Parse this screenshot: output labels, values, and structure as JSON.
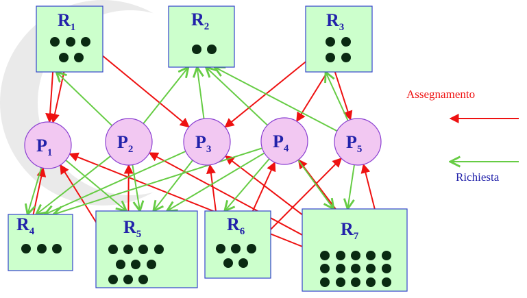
{
  "processes": [
    {
      "id": "P1",
      "letter": "P",
      "sub": "1"
    },
    {
      "id": "P2",
      "letter": "P",
      "sub": "2"
    },
    {
      "id": "P3",
      "letter": "P",
      "sub": "3"
    },
    {
      "id": "P4",
      "letter": "P",
      "sub": "4"
    },
    {
      "id": "P5",
      "letter": "P",
      "sub": "5"
    }
  ],
  "resources": [
    {
      "id": "R1",
      "letter": "R",
      "sub": "1",
      "instances": 5
    },
    {
      "id": "R2",
      "letter": "R",
      "sub": "2",
      "instances": 2
    },
    {
      "id": "R3",
      "letter": "R",
      "sub": "3",
      "instances": 4
    },
    {
      "id": "R4",
      "letter": "R",
      "sub": "4",
      "instances": 3
    },
    {
      "id": "R5",
      "letter": "R",
      "sub": "5",
      "instances": 10
    },
    {
      "id": "R6",
      "letter": "R",
      "sub": "6",
      "instances": 5
    },
    {
      "id": "R7",
      "letter": "R",
      "sub": "7",
      "instances": 15
    }
  ],
  "legend": {
    "assignment_label": "Assegnamento",
    "request_label": "Richiesta",
    "assignment_color": "#ee1111",
    "request_color": "#66cc44"
  },
  "edges": {
    "assignment": [
      [
        "R1",
        "P1"
      ],
      [
        "R1",
        "P1"
      ],
      [
        "R1",
        "P3"
      ],
      [
        "R3",
        "P3"
      ],
      [
        "R3",
        "P4"
      ],
      [
        "R3",
        "P5"
      ],
      [
        "R4",
        "P1"
      ],
      [
        "R5",
        "P1"
      ],
      [
        "R5",
        "P2"
      ],
      [
        "R6",
        "P3"
      ],
      [
        "R6",
        "P4"
      ],
      [
        "R6",
        "P5"
      ],
      [
        "R7",
        "P1"
      ],
      [
        "R7",
        "P2"
      ],
      [
        "R7",
        "P3"
      ],
      [
        "R7",
        "P4"
      ],
      [
        "R7",
        "P5"
      ]
    ],
    "request": [
      [
        "P2",
        "R1"
      ],
      [
        "P2",
        "R2"
      ],
      [
        "P3",
        "R2"
      ],
      [
        "P4",
        "R2"
      ],
      [
        "P5",
        "R2"
      ],
      [
        "P5",
        "R3"
      ],
      [
        "P1",
        "R4"
      ],
      [
        "P2",
        "R4"
      ],
      [
        "P3",
        "R4"
      ],
      [
        "P4",
        "R4"
      ],
      [
        "P1",
        "R5"
      ],
      [
        "P2",
        "R5"
      ],
      [
        "P3",
        "R5"
      ],
      [
        "P4",
        "R5"
      ],
      [
        "P4",
        "R6"
      ],
      [
        "P4",
        "R7"
      ],
      [
        "P5",
        "R7"
      ]
    ]
  }
}
